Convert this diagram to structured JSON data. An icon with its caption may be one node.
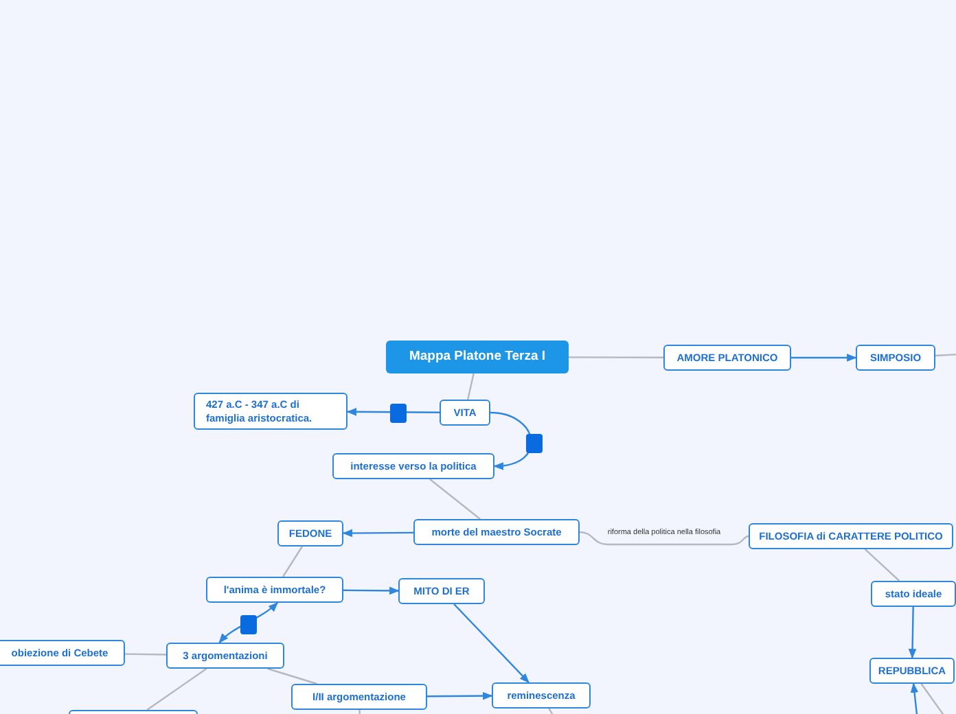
{
  "diagram": {
    "nodes": [
      {
        "text": [
          "Mappa Platone Terza I"
        ]
      },
      {
        "text": [
          "AMORE PLATONICO"
        ]
      },
      {
        "text": [
          "SIMPOSIO"
        ]
      },
      {
        "text": [
          "VITA"
        ]
      },
      {
        "text": [
          "427 a.C - 347 a.C di famiglia aristocratica."
        ]
      },
      {
        "text": [
          "interesse verso la politica"
        ]
      },
      {
        "text": [
          "morte del maestro Socrate"
        ]
      },
      {
        "text": [
          "FEDONE"
        ]
      },
      {
        "text": [
          "FILOSOFIA di CARATTERE POLITICO"
        ]
      },
      {
        "text": [
          "l'anima è immortale?"
        ]
      },
      {
        "text": [
          "MITO DI ER"
        ]
      },
      {
        "text": [
          "stato ideale"
        ]
      },
      {
        "text": [
          "obiezione di Cebete"
        ]
      },
      {
        "text": [
          "3 argomentazioni"
        ]
      },
      {
        "text": [
          "REPUBBLICA"
        ]
      },
      {
        "text": [
          "I/II argomentazione"
        ]
      },
      {
        "text": [
          "reminescenza"
        ]
      },
      {
        "text": [],
        "shape": "box"
      }
    ],
    "edges": [
      {
        "from": 0,
        "to": 1,
        "arrow": "none"
      },
      {
        "from": 1,
        "to": 2,
        "arrow": "to",
        "color": "#2f86de"
      },
      {
        "from": 2,
        "to": null,
        "arrow": "none"
      },
      {
        "from": 0,
        "to": 3,
        "arrow": "none"
      },
      {
        "from": 3,
        "to": 4,
        "arrow": "to",
        "color": "#2f86de"
      },
      {
        "from": 3,
        "to": 5,
        "arrow": "to",
        "color": "#2f86de"
      },
      {
        "from": 5,
        "to": 6,
        "arrow": "none"
      },
      {
        "from": 6,
        "to": 7,
        "arrow": "to",
        "color": "#2f86de"
      },
      {
        "from": 6,
        "to": 8,
        "arrow": "none",
        "label": "riforma della politica nella filosofia"
      },
      {
        "from": 7,
        "to": 9,
        "arrow": "none"
      },
      {
        "from": 9,
        "to": 10,
        "arrow": "to",
        "color": "#2f86de"
      },
      {
        "from": 9,
        "to": 13,
        "arrow": "both",
        "color": "#2f86de"
      },
      {
        "from": 13,
        "to": 12,
        "arrow": "none"
      },
      {
        "from": 13,
        "to": 15,
        "arrow": "none"
      },
      {
        "from": 13,
        "to": 17,
        "arrow": "none"
      },
      {
        "from": 10,
        "to": 16,
        "arrow": "to",
        "color": "#2f86de"
      },
      {
        "from": 15,
        "to": 16,
        "arrow": "to",
        "color": "#2f86de"
      },
      {
        "from": 8,
        "to": 11,
        "arrow": "none"
      },
      {
        "from": 11,
        "to": 14,
        "arrow": "to",
        "color": "#2f86de"
      },
      {
        "from": null,
        "to": 14,
        "arrow": "to",
        "color": "#2f86de"
      },
      {
        "from": 14,
        "to": null,
        "arrow": "none"
      },
      {
        "from": 16,
        "to": null,
        "arrow": "none"
      },
      {
        "from": 15,
        "to": null,
        "arrow": "none"
      }
    ]
  }
}
